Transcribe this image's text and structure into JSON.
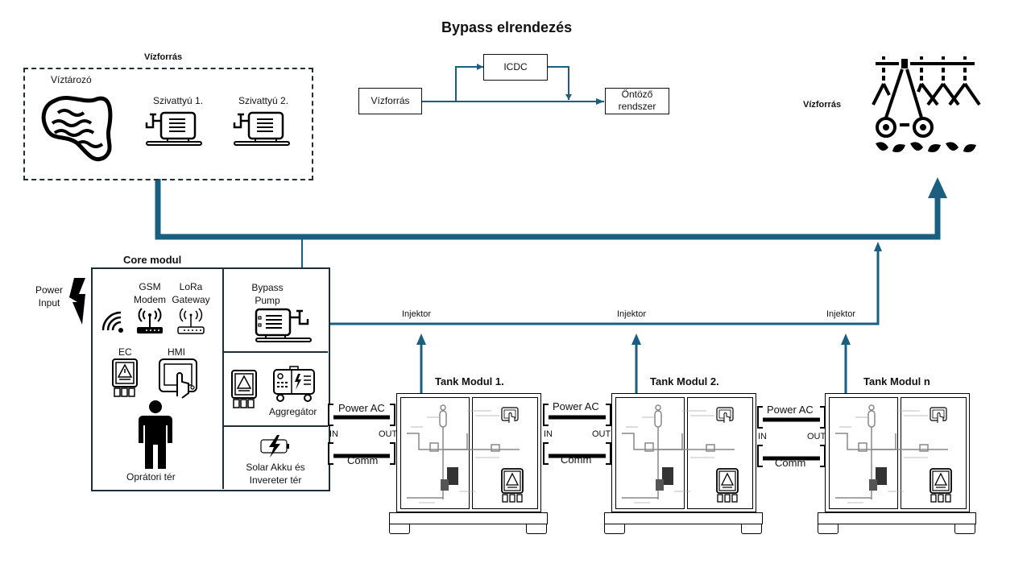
{
  "title": "Bypass elrendezés",
  "pipe_color": "#1a5f80",
  "water_source": {
    "label": "Vízforrás",
    "reservoir_label": "Víztározó",
    "pump1_label": "Szivattyú 1.",
    "pump2_label": "Szivattyú 2."
  },
  "bypass": {
    "source": "Vízforrás",
    "icdc": "ICDC",
    "target_line1": "Öntöző",
    "target_line2": "rendszer"
  },
  "irrigation": {
    "label": "Vízforrás"
  },
  "core": {
    "title": "Core modul",
    "power_input_line1": "Power",
    "power_input_line2": "Input",
    "gsm_line1": "GSM",
    "gsm_line2": "Modem",
    "lora_line1": "LoRa",
    "lora_line2": "Gateway",
    "ec": "EC",
    "hmi": "HMI",
    "operator": "Oprátori tér",
    "bypass_pump_line1": "Bypass",
    "bypass_pump_line2": "Pump",
    "aggregator": "Aggregátor",
    "solar_line1": "Solar Akku és",
    "solar_line2": "Invereter tér"
  },
  "connectors": {
    "power": "Power AC",
    "comm": "Comm",
    "in": "IN",
    "out": "OUT"
  },
  "injector_label": "Injektor",
  "tanks": [
    {
      "title": "Tank Modul 1."
    },
    {
      "title": "Tank Modul 2."
    },
    {
      "title": "Tank Modul n"
    }
  ]
}
